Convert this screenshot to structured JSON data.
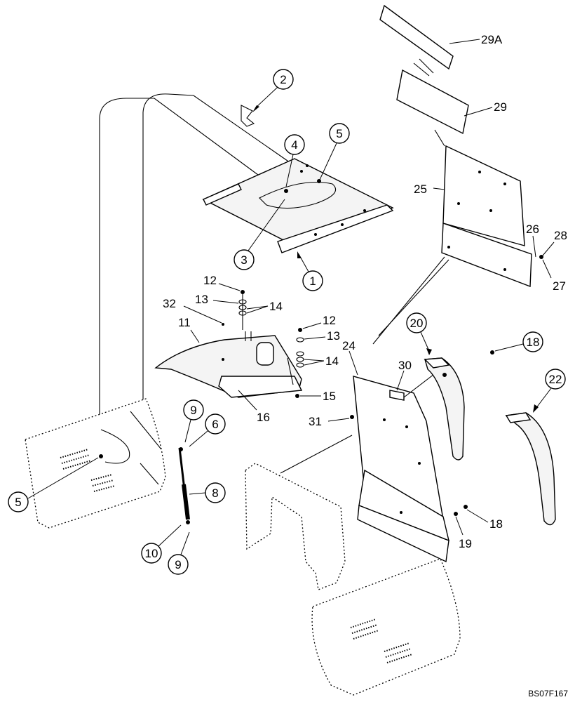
{
  "callouts": {
    "c29a": "29A",
    "c29": "29",
    "c25": "25",
    "c26": "26",
    "c28": "28",
    "c27": "27",
    "c2": "2",
    "c4": "4",
    "c5a": "5",
    "c3": "3",
    "c1": "1",
    "c12a": "12",
    "c13a": "13",
    "c14a": "14",
    "c32": "32",
    "c11": "11",
    "c12b": "12",
    "c13b": "13",
    "c24": "24",
    "c14b": "14",
    "c15": "15",
    "c16": "16",
    "c20": "20",
    "c18a": "18",
    "c30": "30",
    "c31": "31",
    "c22": "22",
    "c9a": "9",
    "c6": "6",
    "c5b": "5",
    "c8": "8",
    "c10": "10",
    "c9b": "9",
    "c18b": "18",
    "c19": "19"
  },
  "doc_code": "BS07F167"
}
